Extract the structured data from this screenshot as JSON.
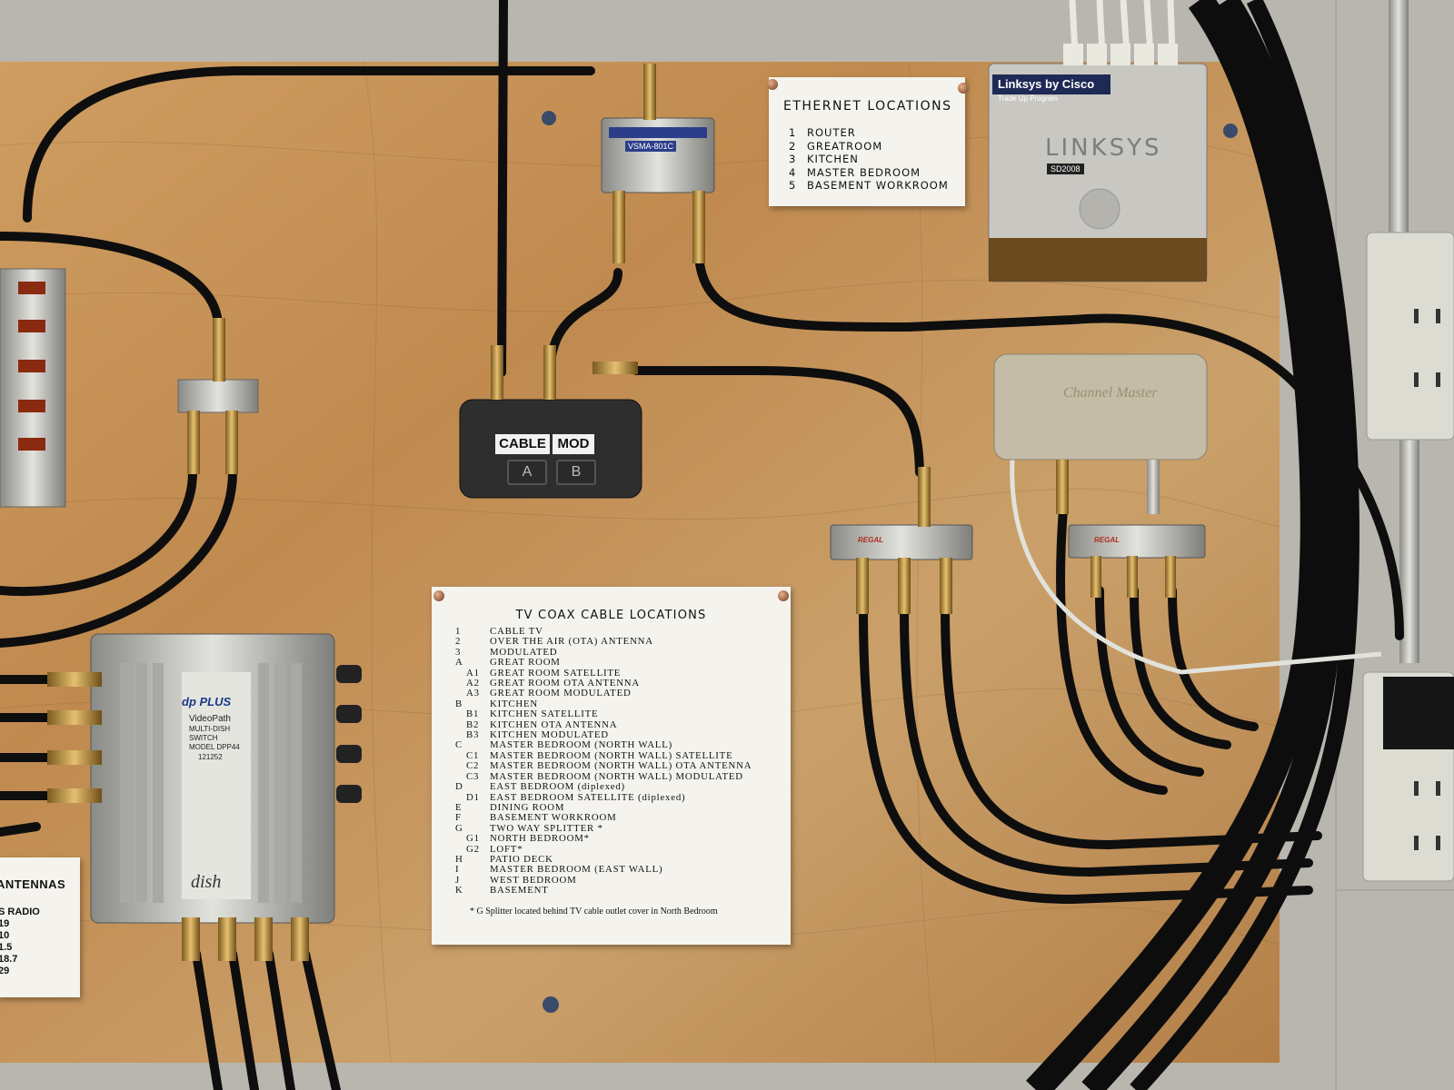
{
  "ethernet_sign": {
    "title": "ETHERNET LOCATIONS",
    "items": [
      {
        "num": "1",
        "label": "ROUTER"
      },
      {
        "num": "2",
        "label": "GREATROOM"
      },
      {
        "num": "3",
        "label": "KITCHEN"
      },
      {
        "num": "4",
        "label": "MASTER BEDROOM"
      },
      {
        "num": "5",
        "label": "BASEMENT WORKROOM"
      }
    ]
  },
  "tv_sign": {
    "title": "TV COAX CABLE LOCATIONS",
    "items": [
      {
        "code": "1",
        "label": "CABLE TV",
        "sub": false
      },
      {
        "code": "2",
        "label": "OVER THE AIR (OTA) ANTENNA",
        "sub": false
      },
      {
        "code": "3",
        "label": "MODULATED",
        "sub": false
      },
      {
        "code": "A",
        "label": "GREAT ROOM",
        "sub": false
      },
      {
        "code": "A1",
        "label": "GREAT ROOM SATELLITE",
        "sub": true
      },
      {
        "code": "A2",
        "label": "GREAT ROOM OTA ANTENNA",
        "sub": true
      },
      {
        "code": "A3",
        "label": "GREAT ROOM MODULATED",
        "sub": true
      },
      {
        "code": "B",
        "label": "KITCHEN",
        "sub": false
      },
      {
        "code": "B1",
        "label": "KITCHEN SATELLITE",
        "sub": true
      },
      {
        "code": "B2",
        "label": "KITCHEN OTA ANTENNA",
        "sub": true
      },
      {
        "code": "B3",
        "label": "KITCHEN MODULATED",
        "sub": true
      },
      {
        "code": "C",
        "label": "MASTER BEDROOM (NORTH WALL)",
        "sub": false
      },
      {
        "code": "C1",
        "label": "MASTER BEDROOM (NORTH WALL) SATELLITE",
        "sub": true
      },
      {
        "code": "C2",
        "label": "MASTER BEDROOM (NORTH WALL) OTA ANTENNA",
        "sub": true
      },
      {
        "code": "C3",
        "label": "MASTER BEDROOM (NORTH WALL) MODULATED",
        "sub": true
      },
      {
        "code": "D",
        "label": "EAST BEDROOM (diplexed)",
        "sub": false
      },
      {
        "code": "D1",
        "label": "EAST BEDROOM SATELLITE (diplexed)",
        "sub": true
      },
      {
        "code": "E",
        "label": "DINING ROOM",
        "sub": false
      },
      {
        "code": "F",
        "label": "BASEMENT WORKROOM",
        "sub": false
      },
      {
        "code": "G",
        "label": "TWO WAY SPLITTER *",
        "sub": false
      },
      {
        "code": "G1",
        "label": "NORTH BEDROOM*",
        "sub": true
      },
      {
        "code": "G2",
        "label": "LOFT*",
        "sub": true
      },
      {
        "code": "H",
        "label": "PATIO DECK",
        "sub": false
      },
      {
        "code": "I",
        "label": "MASTER BEDROOM (EAST WALL)",
        "sub": false
      },
      {
        "code": "J",
        "label": "WEST BEDROOM",
        "sub": false
      },
      {
        "code": "K",
        "label": "BASEMENT",
        "sub": false
      }
    ],
    "note": "* G  Splitter located behind TV cable outlet cover in North Bedroom"
  },
  "antenna_sign": {
    "title": "ANTENNAS",
    "items": [
      "S RADIO",
      "19",
      "10",
      "1.5",
      "18.7",
      "29"
    ]
  },
  "ab_switch": {
    "label_cable": "CABLE",
    "label_mod": "MOD",
    "key_a": "A",
    "key_b": "B"
  },
  "linksys": {
    "brand": "Linksys by Cisco",
    "subbrand": "Trade Up Program",
    "logo": "LINKSYS",
    "model": "SD2008"
  },
  "amplifier": {
    "model": "VSMA-801C"
  },
  "channel_master": {
    "logo": "Channel Master"
  },
  "multiswitch": {
    "brand": "dp PLUS",
    "name": "VideoPath",
    "line1": "MULTI-DISH",
    "line2": "SWITCH",
    "model": "MODEL DPP44",
    "number": "121252",
    "maker": "dish"
  },
  "splitter_brand": "REGAL",
  "colors": {
    "plywood": "#c8955a",
    "concrete": "#b9b7b0",
    "coax": "#111111",
    "paper": "#f4f3ee"
  }
}
